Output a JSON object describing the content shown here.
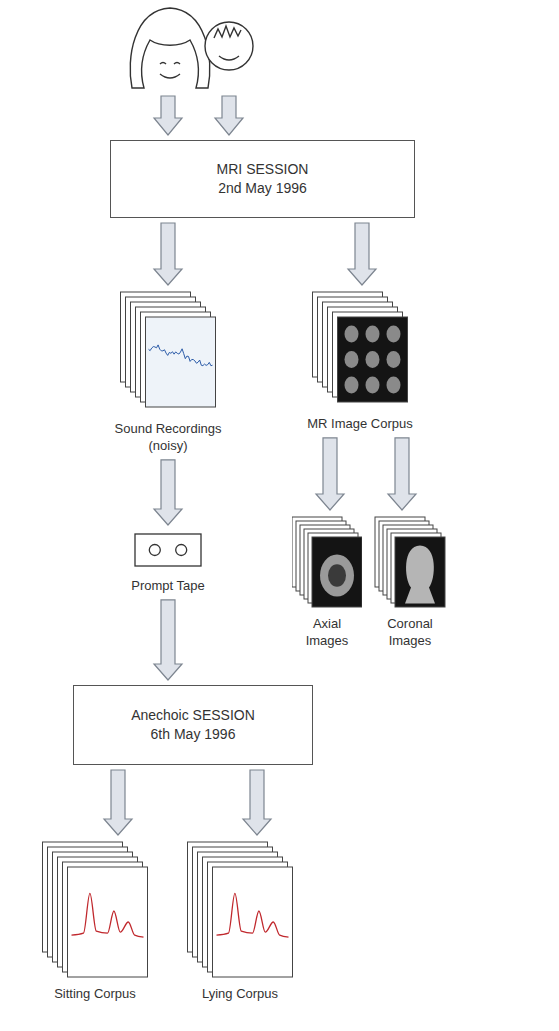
{
  "diagram": {
    "nodes": [
      {
        "text": [
          "MRI SESSION",
          "2nd May 1996"
        ]
      },
      {
        "text": [
          "Sound Recordings (noisy)"
        ]
      },
      {
        "text": [
          "MR Image Corpus"
        ]
      },
      {
        "text": [
          "Prompt Tape"
        ]
      },
      {
        "text": [
          "Axial Images"
        ]
      },
      {
        "text": [
          "Coronal Images"
        ]
      },
      {
        "text": [
          "Anechoic SESSION",
          "6th May 1996"
        ]
      },
      {
        "text": [
          "Sitting Corpus"
        ]
      },
      {
        "text": [
          "Lying Corpus"
        ]
      }
    ],
    "edges": [
      {
        "from": 0,
        "to": 1,
        "arrow": "to"
      },
      {
        "from": 0,
        "to": 2,
        "arrow": "to"
      },
      {
        "from": 2,
        "to": 4,
        "arrow": "to"
      },
      {
        "from": 2,
        "to": 5,
        "arrow": "to"
      },
      {
        "from": 1,
        "to": 3,
        "arrow": "to"
      },
      {
        "from": 3,
        "to": 6,
        "arrow": "to"
      },
      {
        "from": 6,
        "to": 7,
        "arrow": "to"
      },
      {
        "from": 6,
        "to": 8,
        "arrow": "to"
      }
    ]
  }
}
